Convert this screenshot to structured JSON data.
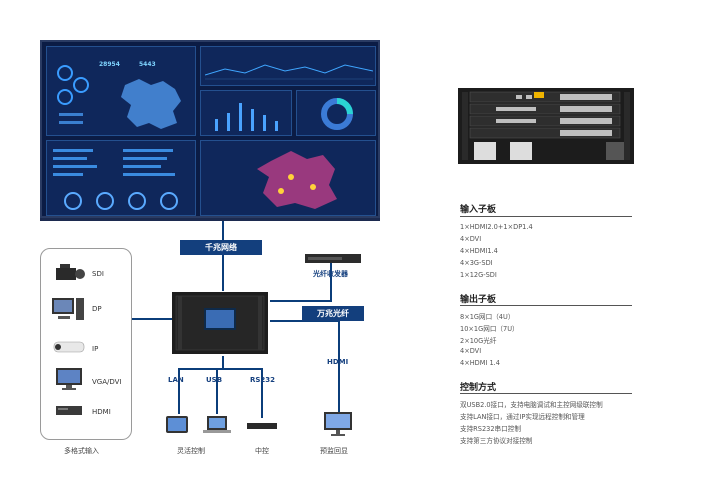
{
  "screen": {
    "num1": "28954",
    "num2": "5443"
  },
  "network": {
    "gigabit_label": "千兆网络",
    "fiber_transceiver_label": "光纤收发器",
    "ten_gigabit_label": "万兆光纤",
    "hdmi_label": "HDMI"
  },
  "inputs": {
    "items": [
      {
        "label": "SDI",
        "icon": "camcorder-icon"
      },
      {
        "label": "DP",
        "icon": "desktop-pc-icon"
      },
      {
        "label": "IP",
        "icon": "ip-camera-icon"
      },
      {
        "label": "VGA/DVI",
        "icon": "monitor-icon"
      },
      {
        "label": "HDMI",
        "icon": "set-top-box-icon"
      }
    ],
    "caption": "多格式输入"
  },
  "ports": {
    "lan": "LAN",
    "usb": "USB",
    "rs232": "RS232"
  },
  "controls": {
    "flexible": "灵活控制",
    "central": "中控",
    "preview": "预监回显"
  },
  "specs": {
    "input_title": "输入子板",
    "input_items": [
      "1×HDMI2.0+1×DP1.4",
      "4×DVI",
      "4×HDMI1.4",
      "4×3G-SDI",
      "1×12G-SDI"
    ],
    "output_title": "输出子板",
    "output_items": [
      "8×1G网口（4U）",
      "10×1G网口（7U）",
      "2×10G光纤",
      "4×DVI",
      "4×HDMI 1.4"
    ],
    "control_title": "控制方式",
    "control_items": [
      "双USB2.0接口，支持电脑调试和主控网级联控制",
      "支持LAN接口，通过IP实现远程控制和管理",
      "支持RS232串口控制",
      "支持第三方协议对接控制"
    ]
  },
  "colors": {
    "accent": "#133f7d",
    "screen_bg": "#0b1c45"
  }
}
